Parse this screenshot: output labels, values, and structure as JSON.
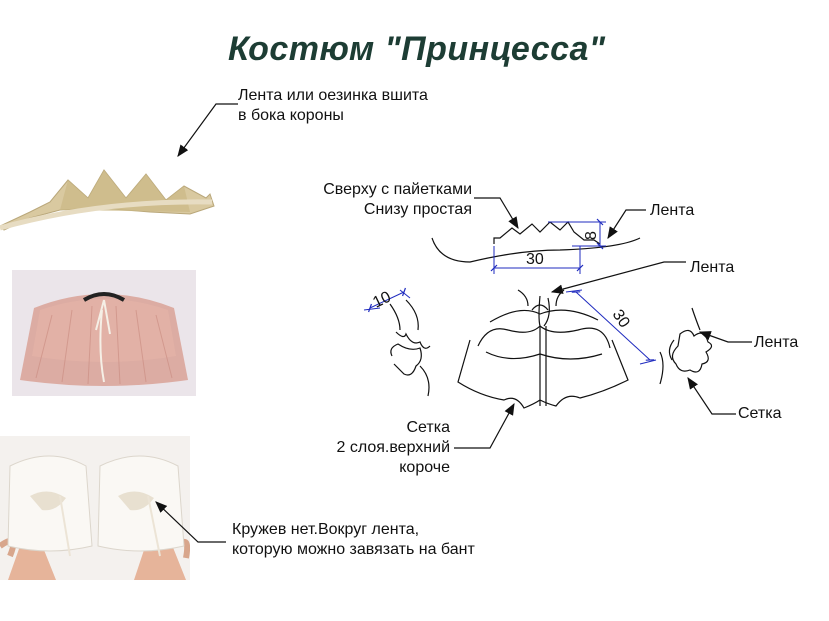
{
  "title": "Костюм \"Принцесса\"",
  "annotations": {
    "crown_note_line1": "Лента или оезинка вшита",
    "crown_note_line2": "в бока короны",
    "crown_top_line1": "Сверху с пайетками",
    "crown_top_line2": "Снизу простая",
    "ribbon_crown": "Лента",
    "ribbon_cape": "Лента",
    "ribbon_cuff": "Лента",
    "mesh_cuff": "Сетка",
    "mesh_cape_line1": "Сетка",
    "mesh_cape_line2": "2 слоя.верхний",
    "mesh_cape_line3": "короче",
    "lace_note_line1": "Кружев нет.Вокруг лента,",
    "lace_note_line2": "которую можно завязать на бант"
  },
  "dimensions": {
    "crown_width": "30",
    "crown_height": "8",
    "cuff_width": "10",
    "cape_length": "30"
  },
  "colors": {
    "title": "#1d3d34",
    "dimension": "#1f2bbf",
    "crown_gold": "#d9c9a0",
    "tulle_pink": "#d9a296"
  }
}
